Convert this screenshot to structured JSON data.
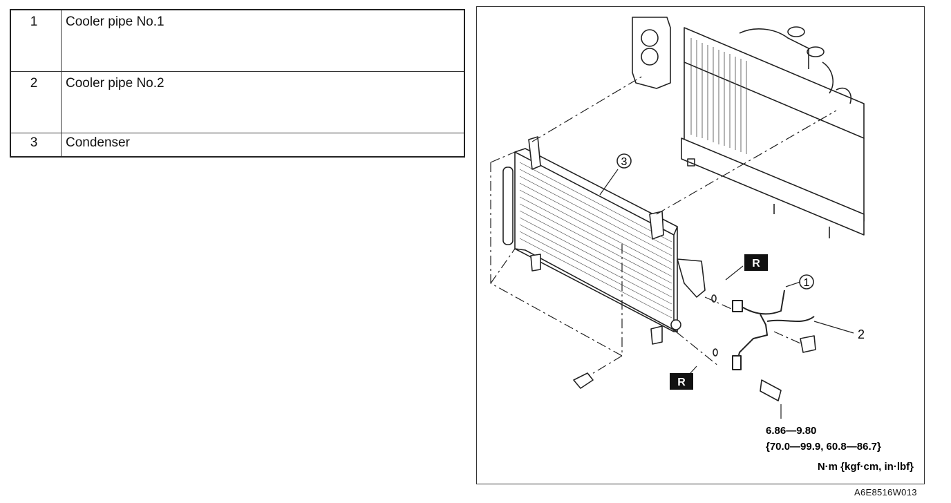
{
  "parts_table": {
    "rows": [
      {
        "num": "1",
        "name": "Cooler pipe No.1"
      },
      {
        "num": "2",
        "name": "Cooler pipe No.2"
      },
      {
        "num": "3",
        "name": "Condenser"
      }
    ]
  },
  "diagram": {
    "callouts": [
      "1",
      "2",
      "3"
    ],
    "replace_mark": "R",
    "torque": {
      "value": "6.86—9.80",
      "alt": "{70.0—99.9, 60.8—86.7}",
      "units": "N·m {kgf·cm, in·lbf}"
    }
  },
  "figure_id": "A6E8516W013"
}
